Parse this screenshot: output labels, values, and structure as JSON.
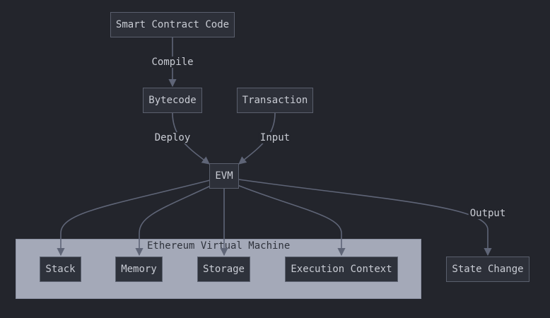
{
  "colors": {
    "background": "#23252c",
    "node_fill": "#2d3039",
    "node_border": "#5a5f6d",
    "edge": "#5f6577",
    "cluster_fill": "#a4a9b8",
    "text": "#c9ccd4"
  },
  "nodes": {
    "smart_contract_code": "Smart Contract Code",
    "bytecode": "Bytecode",
    "transaction": "Transaction",
    "evm": "EVM",
    "stack": "Stack",
    "memory": "Memory",
    "storage": "Storage",
    "execution_context": "Execution Context",
    "state_change": "State Change"
  },
  "cluster": {
    "label": "Ethereum Virtual Machine"
  },
  "edge_labels": {
    "compile": "Compile",
    "deploy": "Deploy",
    "input": "Input",
    "output": "Output"
  }
}
